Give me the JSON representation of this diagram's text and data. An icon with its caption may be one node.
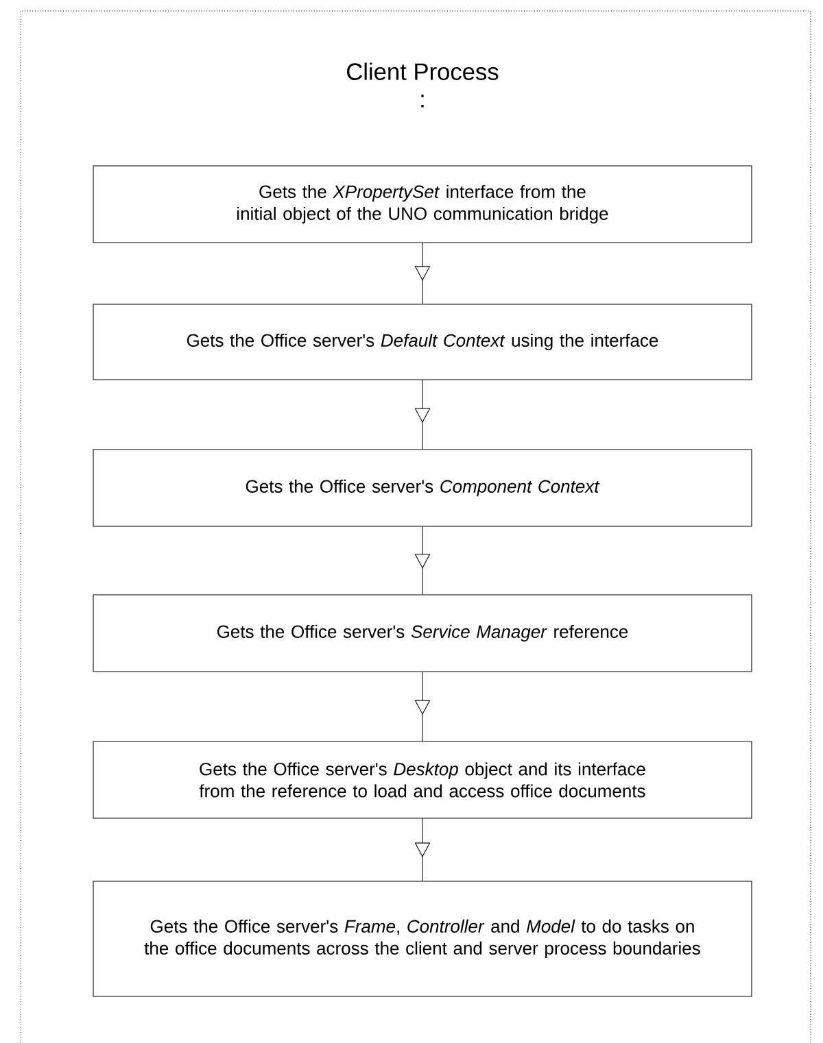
{
  "diagram": {
    "nodes": [
      {
        "text": [
          "Client Process",
          ":"
        ]
      },
      {
        "text": [
          "Gets the *XPropertySet* interface from the initial object of the UNO communication bridge"
        ],
        "in": 0
      },
      {
        "text": [
          "Gets the Office server's *Default Context* using the interface"
        ],
        "in": 0
      },
      {
        "text": [
          "Gets the Office server's *Component Context*"
        ],
        "in": 0
      },
      {
        "text": [
          "Gets the Office server's *Service Manager* reference"
        ],
        "in": 0
      },
      {
        "text": [
          "Gets the Office server's *Desktop* object and its interface from the reference to load and access office documents"
        ],
        "in": 0
      },
      {
        "text": [
          "Gets the Office server's *Frame*, *Controller* and *Model* to do tasks on the office documents across the client and server process boundaries"
        ],
        "in": 0
      }
    ],
    "edges": [
      {
        "from": 1,
        "to": 2,
        "arrow": "to"
      },
      {
        "from": 2,
        "to": 3,
        "arrow": "to"
      },
      {
        "from": 3,
        "to": 4,
        "arrow": "to"
      },
      {
        "from": 4,
        "to": 5,
        "arrow": "to"
      },
      {
        "from": 5,
        "to": 6,
        "arrow": "to"
      }
    ]
  }
}
